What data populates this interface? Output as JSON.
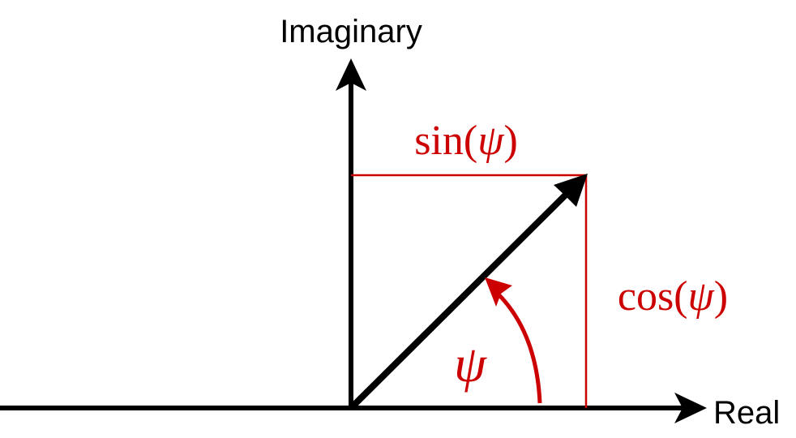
{
  "labels": {
    "imaginary_axis": "Imaginary",
    "real_axis": "Real",
    "sin_func": "sin(",
    "cos_func": "cos(",
    "close_paren": ")",
    "angle_symbol": "ψ"
  },
  "colors": {
    "axis": "#000000",
    "vector": "#000000",
    "accent": "#cc0000"
  }
}
